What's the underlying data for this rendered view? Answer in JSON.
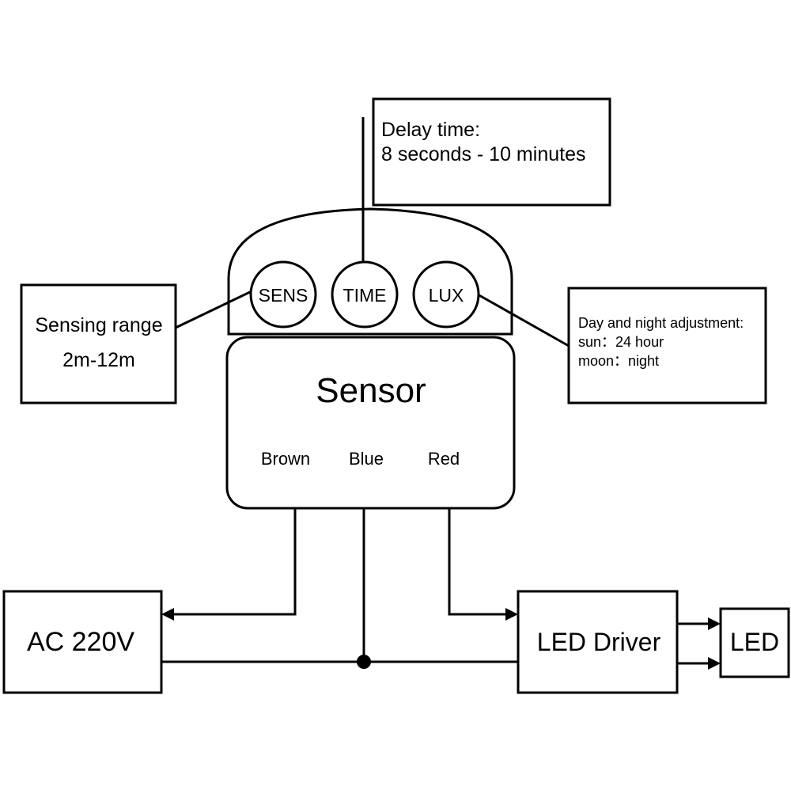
{
  "delay_box": {
    "line1": "Delay time:",
    "line2": "8 seconds -  10 minutes"
  },
  "sensing_box": {
    "line1": "Sensing range",
    "line2": "2m-12m"
  },
  "lux_box": {
    "line1": "Day and night adjustment:",
    "line2": "sun：24 hour",
    "line3": "moon：night"
  },
  "knobs": {
    "sens": "SENS",
    "time": "TIME",
    "lux": "LUX"
  },
  "sensor": {
    "title": "Sensor",
    "wire_brown": "Brown",
    "wire_blue": "Blue",
    "wire_red": "Red"
  },
  "ac_box": {
    "label": "AC 220V"
  },
  "driver_box": {
    "label": "LED Driver"
  },
  "led_box": {
    "label": "LED"
  }
}
